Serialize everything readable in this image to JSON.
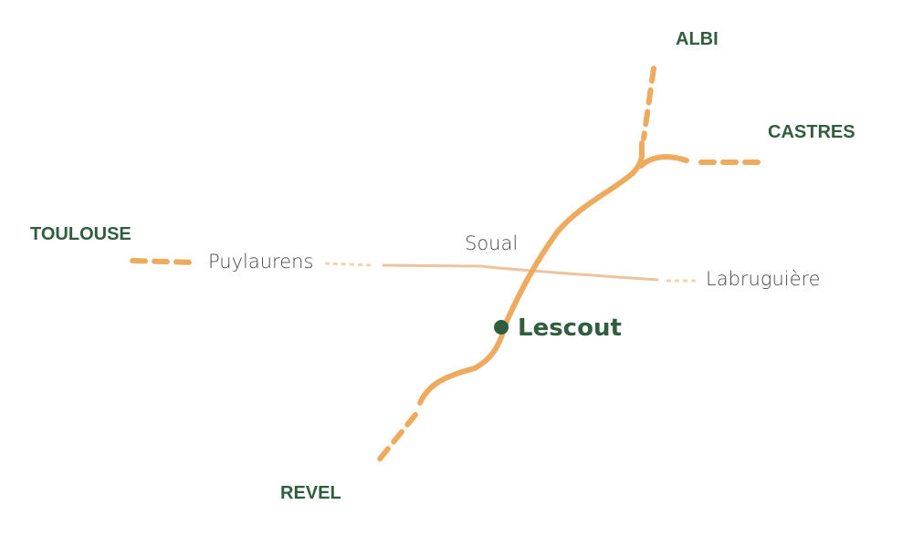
{
  "map": {
    "destinations": {
      "albi": "ALBI",
      "castres": "CASTRES",
      "toulouse": "TOULOUSE",
      "revel": "REVEL"
    },
    "towns": {
      "puylaurens": "Puylaurens",
      "soual": "Soual",
      "labruguiere": "Labruguière"
    },
    "location": {
      "name": "Lescout",
      "marker_color": "#2f5d3e"
    },
    "colors": {
      "main_road": "#eeaa5f",
      "minor_road": "#efc29e",
      "label_green": "#2f5d3e"
    }
  }
}
